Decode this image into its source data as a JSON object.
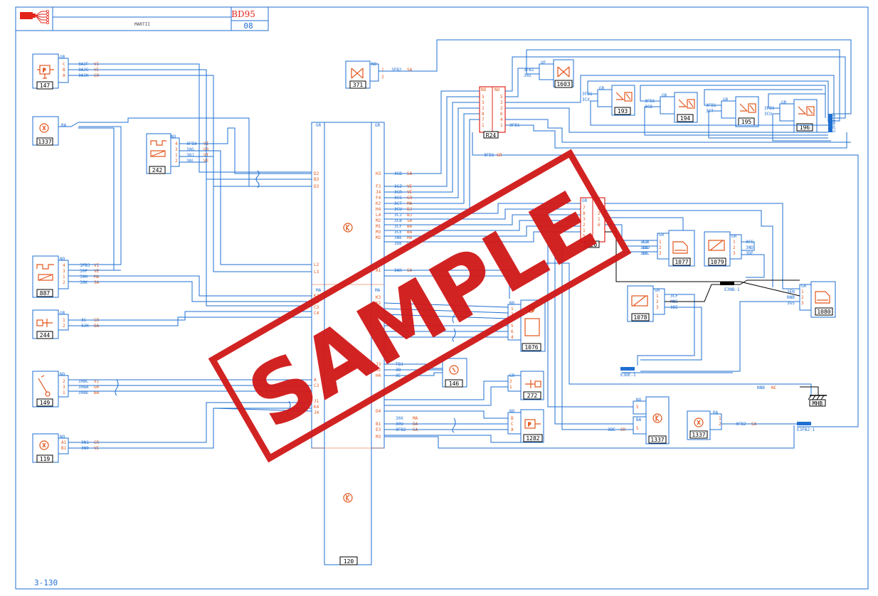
{
  "title_block": {
    "code": "BD95",
    "page": "08",
    "caption": "MARTII"
  },
  "page_number": "3-130",
  "watermark": "SAMPLE",
  "central_unit": {
    "id": "120",
    "left_upper_color": "GR",
    "right_upper_color": "GR",
    "left_lower_color": "MA",
    "right_lower_color": "MA",
    "left_pins": [
      "D2",
      "B3",
      "D3",
      "L2",
      "L3",
      "K2",
      "F1",
      "C3",
      "C4",
      "A",
      "C3",
      "J1",
      "K4",
      "J4"
    ],
    "right_pins": [
      "H3",
      "F3",
      "J4",
      "F4",
      "K2",
      "H4",
      "L4",
      "M2",
      "M1",
      "M3",
      "M2",
      "A1",
      "K3",
      "K2",
      "L2",
      "J3",
      "H2",
      "H4",
      "D4",
      "B1",
      "E3",
      "M3"
    ]
  },
  "components": {
    "c147": {
      "id": "147",
      "color": "GR",
      "pins": [
        "C",
        "B",
        "A"
      ],
      "wires": [
        "3AJF",
        "3AJG",
        "3AJK"
      ],
      "colors": [
        "VI",
        "VE",
        "GR"
      ]
    },
    "c1337a": {
      "id": "1337",
      "color": "BA"
    },
    "c242": {
      "id": "242",
      "color": "NO",
      "pins": [
        "4",
        "3",
        "1",
        "2"
      ],
      "wires": [
        "3FB3",
        "30G",
        "30J",
        "30L"
      ],
      "colors": [
        "VI",
        "GR",
        "VI",
        "VE"
      ]
    },
    "c887": {
      "id": "887",
      "color": "NO",
      "pins": [
        "4",
        "3",
        "1",
        "2"
      ],
      "wires": [
        "3FB3",
        "30F",
        "30H",
        "30K"
      ],
      "colors": [
        "VI",
        "VE",
        "MA",
        "SA"
      ]
    },
    "c244": {
      "id": "244",
      "color": "GR",
      "pins": [
        "1",
        "2"
      ],
      "wires": [
        "3C",
        "3JK"
      ],
      "colors": [
        "GR",
        "BA"
      ]
    },
    "c149": {
      "id": "149",
      "color": "NO",
      "pins": [
        "2",
        "3",
        "1"
      ],
      "wires": [
        "30BC",
        "30BA",
        "30BE"
      ],
      "colors": [
        "VI",
        "GR",
        "BA"
      ]
    },
    "c119": {
      "id": "119",
      "color": "NO",
      "pins": [
        "A1",
        "B1"
      ],
      "wires": [
        "3N1",
        "3N0"
      ],
      "colors": [
        "GR",
        "VE"
      ]
    },
    "c371": {
      "id": "371",
      "color": "NO",
      "pins": [
        "1",
        "2"
      ],
      "wires": [
        "3FB2"
      ],
      "colors": [
        "SA"
      ]
    },
    "c1603": {
      "id": "1603",
      "color": "VE",
      "pins": [
        "1",
        "2"
      ],
      "wires": [
        "3FB1",
        "30Z"
      ]
    },
    "c193": {
      "id": "193",
      "color": "GR",
      "pins": [
        "2",
        "1"
      ],
      "wires": [
        "3FB1",
        "3CX"
      ]
    },
    "c194": {
      "id": "194",
      "color": "GR",
      "pins": [
        "2",
        "1"
      ],
      "wires": [
        "3FB1",
        "3CB"
      ]
    },
    "c195": {
      "id": "195",
      "color": "GR",
      "pins": [
        "2",
        "1"
      ],
      "wires": [
        "3FB1",
        "3CT"
      ]
    },
    "c196": {
      "id": "196",
      "color": "GR",
      "pins": [
        "2",
        "1"
      ],
      "wires": [
        "3FB1",
        "3CU"
      ]
    },
    "r24": {
      "id": "R24",
      "left_color": "NO",
      "right_color": "NO",
      "left_pins": [
        "5",
        "3",
        "2",
        "8",
        "7",
        "1"
      ],
      "right_pins": [
        "5",
        "3",
        "2",
        "6",
        "4",
        "1"
      ]
    },
    "r20": {
      "id": "R20",
      "left_color": "GR",
      "right_color": "NO",
      "left_pins": [
        "7",
        "8",
        "3",
        "2",
        "1",
        "5"
      ],
      "right_pins": [
        "3",
        "2",
        "1",
        "6"
      ]
    },
    "c1077": {
      "id": "1077",
      "color": "GR",
      "pins": [
        "1",
        "2",
        "3"
      ],
      "wires": [
        "3CX",
        "3DD",
        "3DC"
      ]
    },
    "c1079": {
      "id": "1079",
      "color": "GR",
      "pins": [
        "1",
        "2",
        "3"
      ],
      "wires": [
        "3CS",
        "3ND",
        "3DE"
      ]
    },
    "c1078": {
      "id": "1078",
      "color": "GR",
      "pins": [
        "1",
        "2",
        "3"
      ],
      "wires": [
        "3CF",
        "MNS",
        "3BE"
      ]
    },
    "c1080": {
      "id": "1080",
      "color": "GR",
      "pins": [
        "1",
        "2",
        "3"
      ],
      "wires": [
        "3EN",
        "NNB",
        "3GS"
      ]
    },
    "c1076": {
      "id": "1076",
      "color": "NO",
      "pins": [
        "1",
        "3",
        "2",
        "5",
        "6",
        "4"
      ]
    },
    "c146": {
      "id": "146",
      "color": "MA",
      "wires": [
        "TB1",
        "3B",
        "3E"
      ]
    },
    "c272": {
      "id": "272",
      "color": "GR",
      "pins": [
        "2",
        "1"
      ]
    },
    "c1282": {
      "id": "1282",
      "color": "NO",
      "pins": [
        "B",
        "C",
        "A"
      ],
      "wires": [
        "30X",
        "30U",
        "3FB2"
      ],
      "colors": [
        "MA",
        "BA",
        "SA"
      ]
    },
    "c1337b": {
      "id": "1337",
      "color": "NO",
      "color2": "BA",
      "pins": [
        "5",
        "5"
      ],
      "wires": [
        "3BE"
      ],
      "colors": [
        "OR"
      ]
    },
    "c1337c": {
      "id": "1337",
      "color": "BA",
      "pins": [
        "1",
        "2"
      ],
      "wires": [
        "3FB2"
      ],
      "colors": [
        "SA"
      ]
    },
    "mhb": {
      "id": "MHB",
      "wire": "NNB",
      "color": "NC"
    }
  },
  "splices": [
    "E3FB1-1",
    "E3NB-1",
    "E3DE-1",
    "E3FB2-1"
  ],
  "right_wire_labels": {
    "r24_bus": [
      "3SB",
      "3GZ",
      "3CR",
      "3CS",
      "3CT",
      "3CU",
      "3CJ",
      "3CB",
      "3CF",
      "3CE",
      "3NE",
      "3OE",
      "3AK"
    ],
    "r24_colors": [
      "SA",
      "VE",
      "VE",
      "GR",
      "MA",
      "BJ",
      "BJ",
      "SA",
      "BA",
      "BA",
      "MA",
      "GR",
      "SA"
    ]
  },
  "annotations": {
    "fb1_gr": "3FB1",
    "fb1_gr_color": "GR",
    "wire_3fb1": "3FB1"
  }
}
